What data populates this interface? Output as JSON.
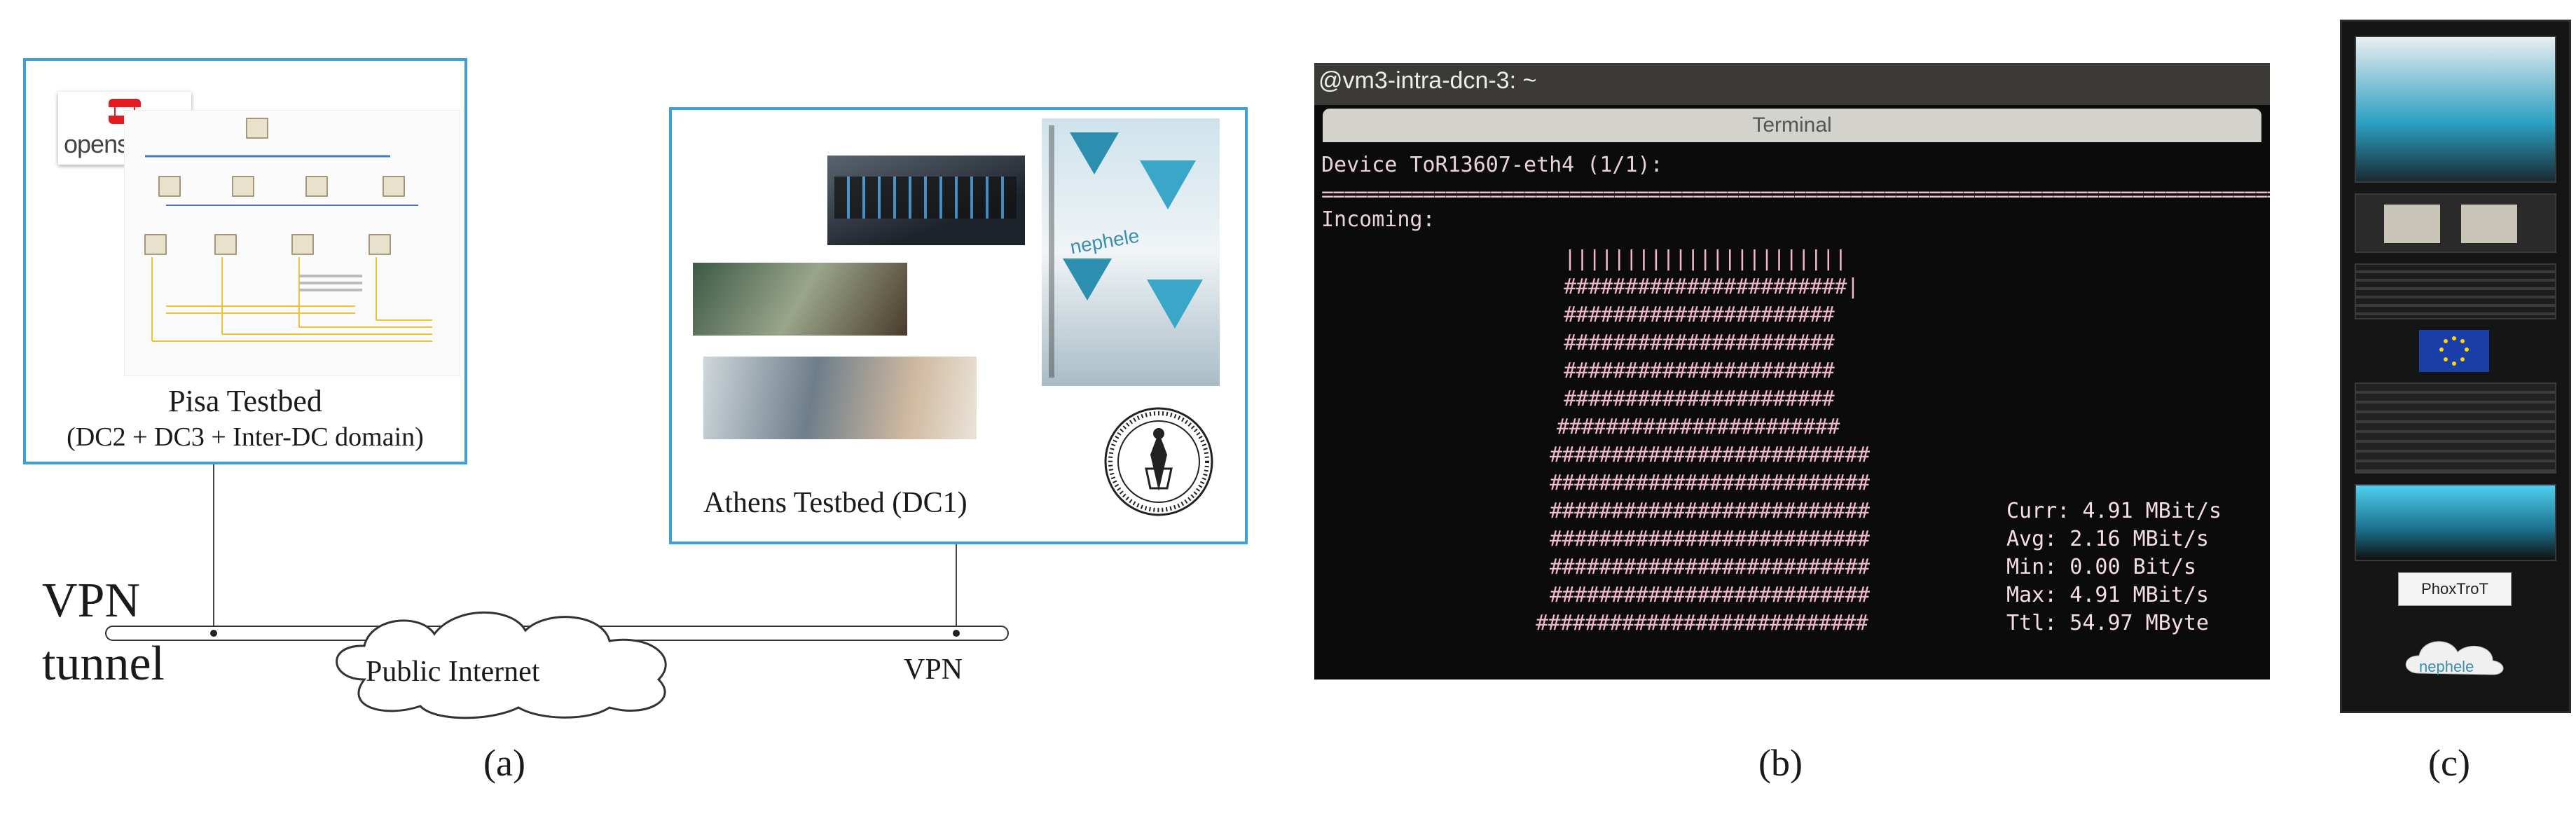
{
  "panel_a": {
    "pisa": {
      "logo": "openstack.",
      "caption_line1": "Pisa Testbed",
      "caption_line2": "(DC2 + DC3 + Inter-DC domain)"
    },
    "athens": {
      "caption": "Athens Testbed (DC1)",
      "rack_brand": "nephele"
    },
    "vpn_title_line1": "VPN",
    "vpn_title_line2": "tunnel",
    "cloud_label": "Public Internet",
    "vpn_label": "VPN",
    "panel_label": "(a)"
  },
  "panel_b": {
    "window_title": "@vm3-intra-dcn-3: ~",
    "tab_title": "Terminal",
    "device_line": "Device ToR13607-eth4 (1/1):",
    "separator": "==========================================================================================",
    "incoming_label": "Incoming:",
    "stats": {
      "curr": "Curr: 4.91 MBit/s",
      "avg": "Avg: 2.16 MBit/s",
      "min": "Min: 0.00 Bit/s",
      "max": "Max: 4.91 MBit/s",
      "ttl": "Ttl: 54.97 MByte"
    },
    "panel_label": "(b)"
  },
  "panel_c": {
    "brand_label": "PhoxTroT",
    "cloud_brand": "nephele",
    "panel_label": "(c)"
  },
  "colors": {
    "frame_blue": "#3aa0de",
    "terminal_bg": "#0b0b0b",
    "terminal_text": "#f0b8c8",
    "openstack_red": "#e21b23"
  }
}
